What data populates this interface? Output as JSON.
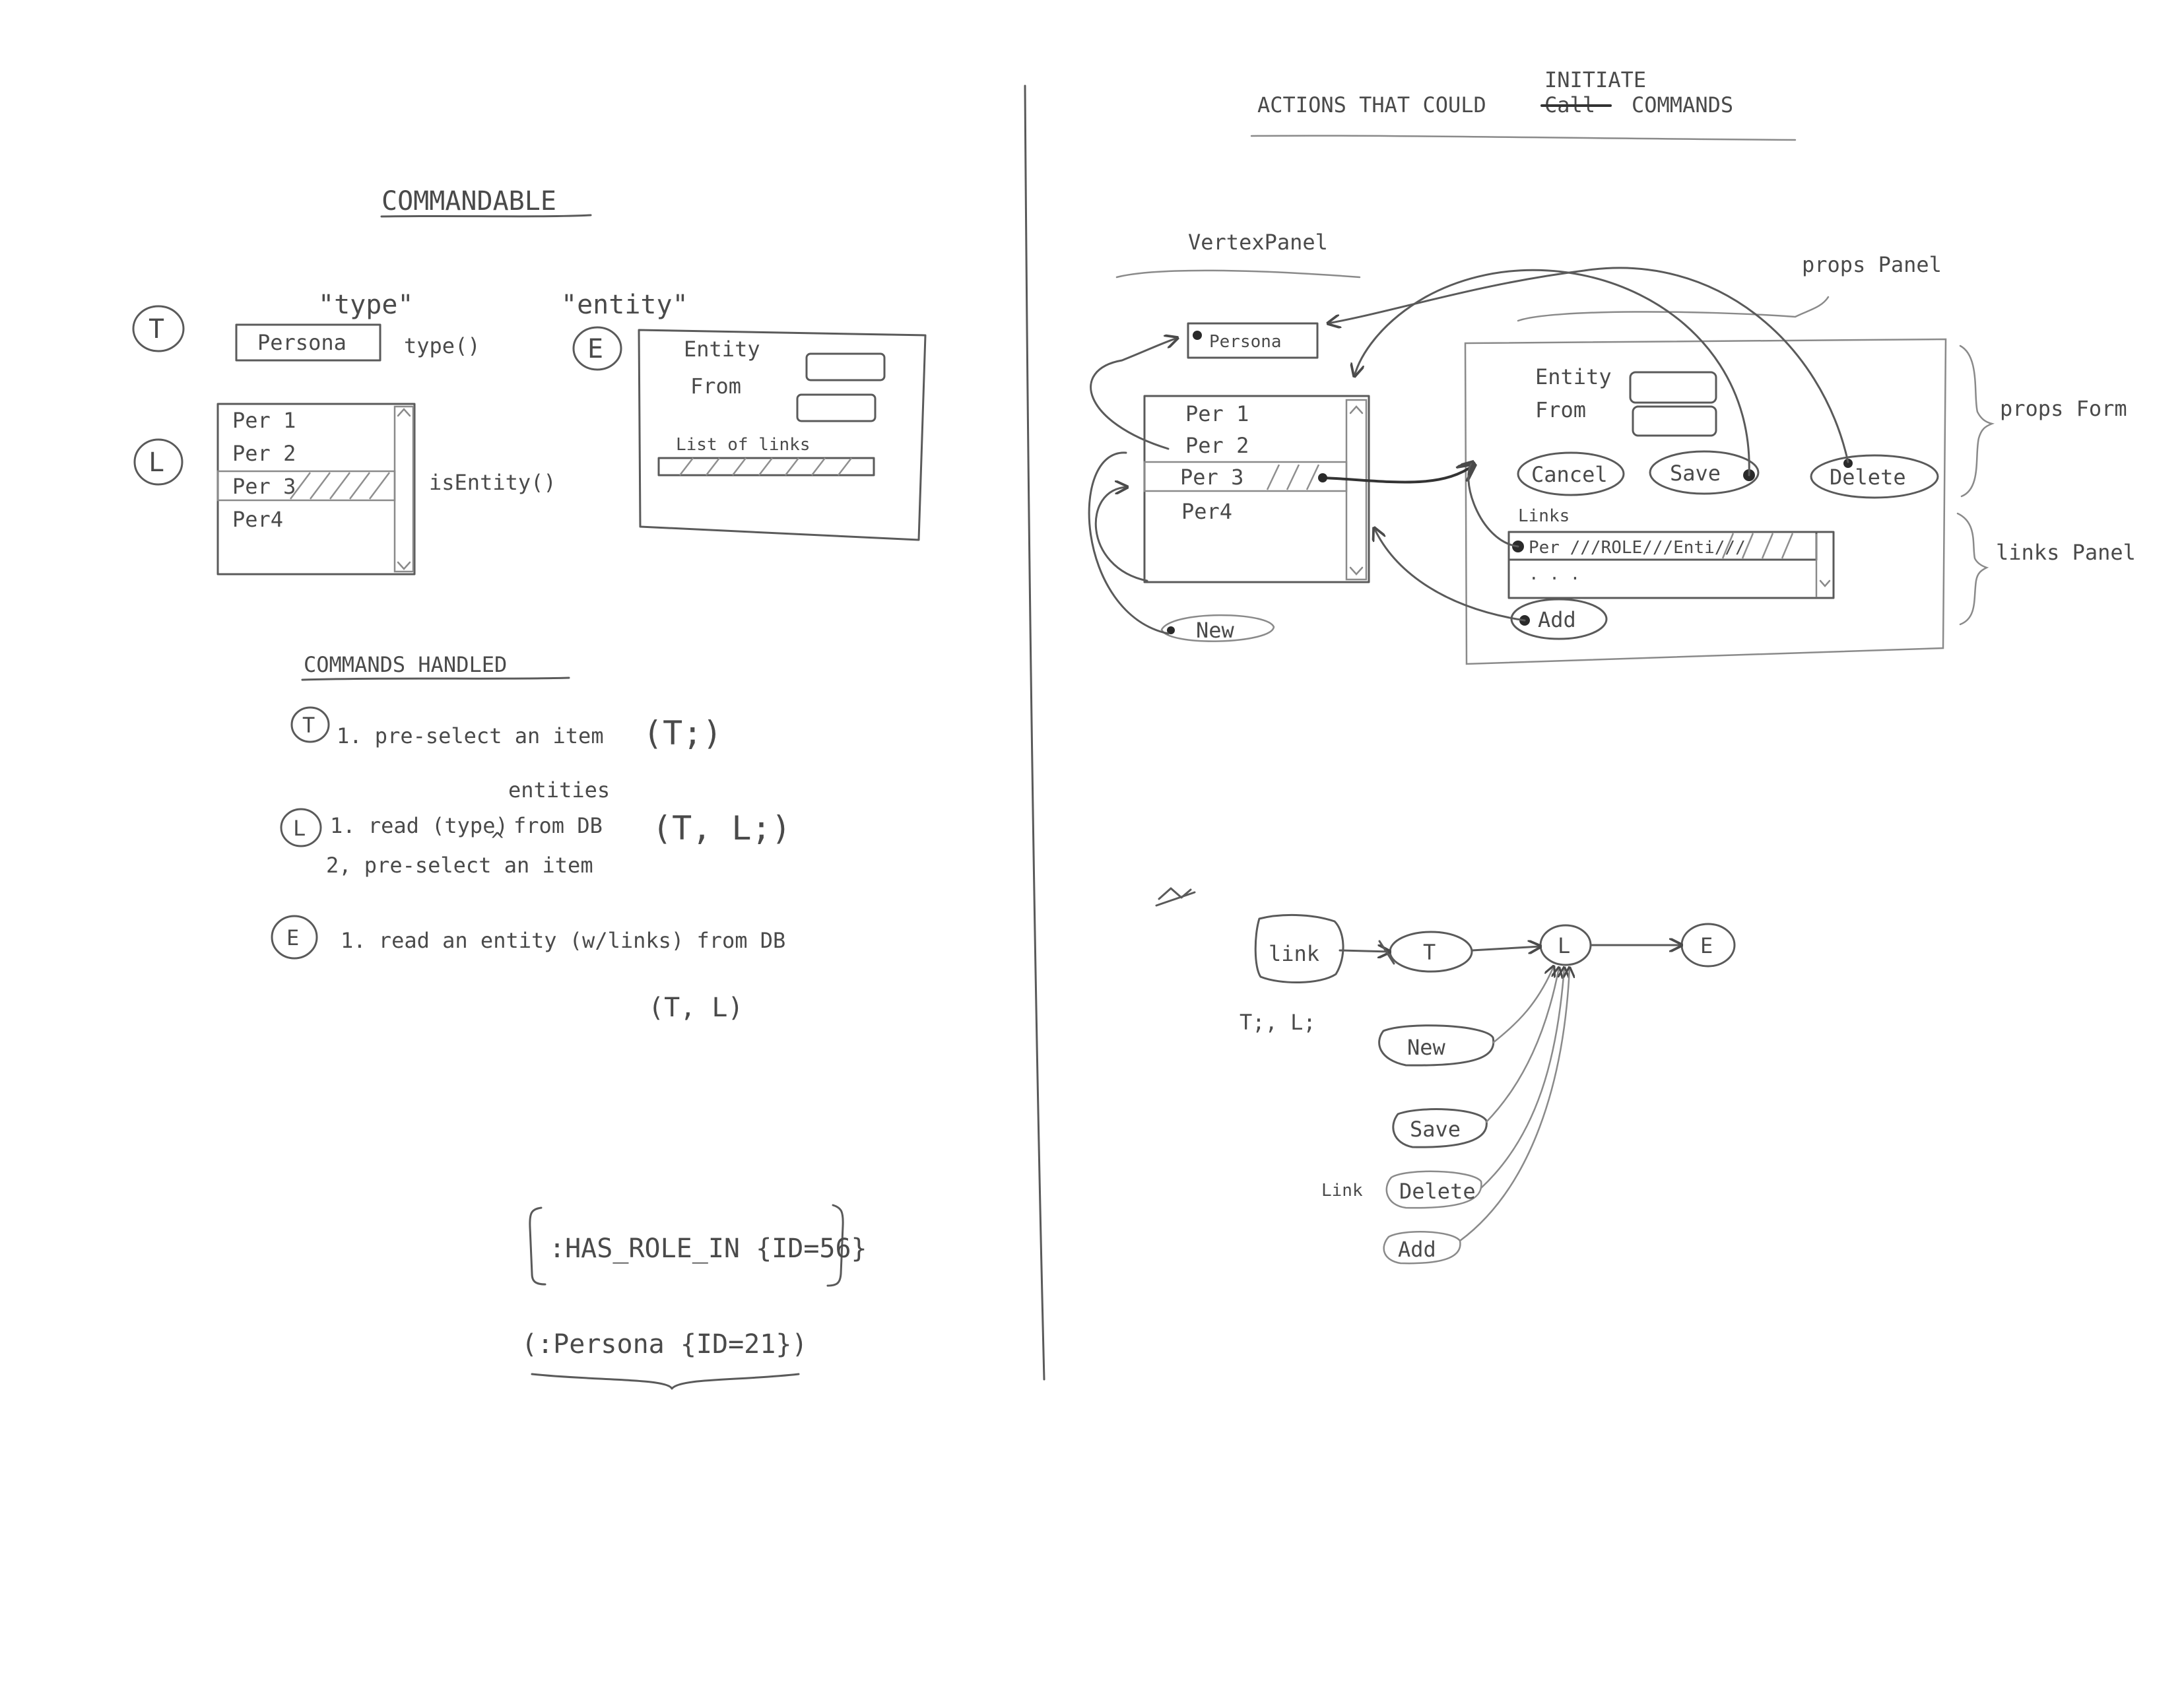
{
  "left": {
    "commandable": {
      "title": "COMMANDABLE",
      "type_label": "\"type\"",
      "entity_label": "\"entity\"",
      "type_box": "Persona",
      "type_fn": "type()",
      "list_items": [
        "Per 1",
        "Per 2",
        "Per 3",
        "Per4"
      ],
      "list_fn": "isEntity()",
      "entity_form_fields": [
        "Entity",
        "From"
      ],
      "list_of_links": "List of links",
      "badges": {
        "t": "T",
        "l": "L",
        "e": "E"
      }
    },
    "commands_handled": {
      "title": "COMMANDS HANDLED",
      "t_line": "1. pre-select an item",
      "t_params": "(T;)",
      "l_line1": "1. read (type)",
      "l_caret": "^",
      "l_insert": "entities",
      "l_from_db": "from DB",
      "l_params": "(T, L;)",
      "l_line2": "2, pre-select an item",
      "e_line": "1. read an entity (w/links) from DB",
      "e_params": "(T, L)"
    },
    "query_examples": {
      "q1": ":HAS_ROLE_IN {ID=56}",
      "q2": "(:Persona {ID=21})"
    }
  },
  "right": {
    "title_prefix": "ACTIONS THAT COULD",
    "title_struck": "Call",
    "title_insert": "INITIATE",
    "title_suffix": "COMMANDS",
    "vertex_panel": "VertexPanel",
    "props_panel": "props Panel",
    "props_form": "props Form",
    "links_panel": "links Panel",
    "type_box": "Persona",
    "list_items": [
      "Per 1",
      "Per 2",
      "Per 3",
      "Per4"
    ],
    "new_button": "New",
    "form_fields": [
      "Entity",
      "From"
    ],
    "buttons": [
      "Cancel",
      "Save",
      "Delete"
    ],
    "links_label": "Links",
    "links_row": "Per ///ROLE///Enti///",
    "links_row2": ". . .",
    "add_button": "Add",
    "flow": {
      "link": "link",
      "t": "T",
      "l": "L",
      "e": "E",
      "params": "T;, L;",
      "new": "New",
      "save": "Save",
      "delete": "Delete",
      "add": "Add",
      "side_label": "Link"
    }
  }
}
